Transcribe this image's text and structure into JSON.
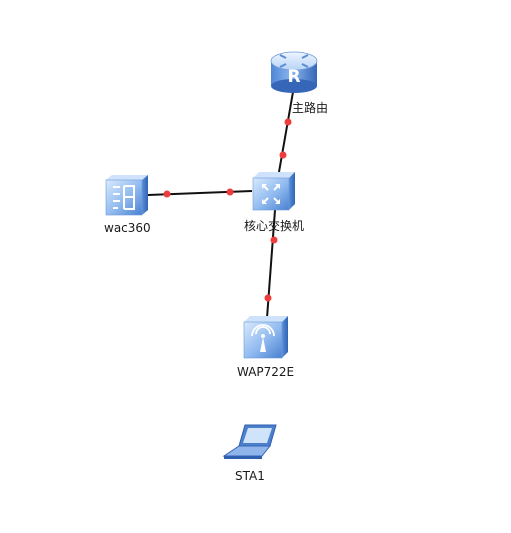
{
  "nodes": {
    "router": {
      "label": "主路由",
      "icon": "router-icon"
    },
    "core_switch": {
      "label": "核心交换机",
      "icon": "switch-icon"
    },
    "ac": {
      "label": "wac360",
      "icon": "access-controller-icon"
    },
    "ap": {
      "label": "WAP722E",
      "icon": "wireless-ap-icon"
    },
    "sta": {
      "label": "STA1",
      "icon": "laptop-icon"
    }
  },
  "links": [
    {
      "from": "router",
      "to": "core_switch"
    },
    {
      "from": "ac",
      "to": "core_switch"
    },
    {
      "from": "core_switch",
      "to": "ap"
    }
  ],
  "colors": {
    "link": "#111111",
    "port_dot": "#ee3b3b",
    "device_light": "#cfe3fb",
    "device_mid": "#6fa3ea",
    "device_dark": "#3a72c8"
  }
}
